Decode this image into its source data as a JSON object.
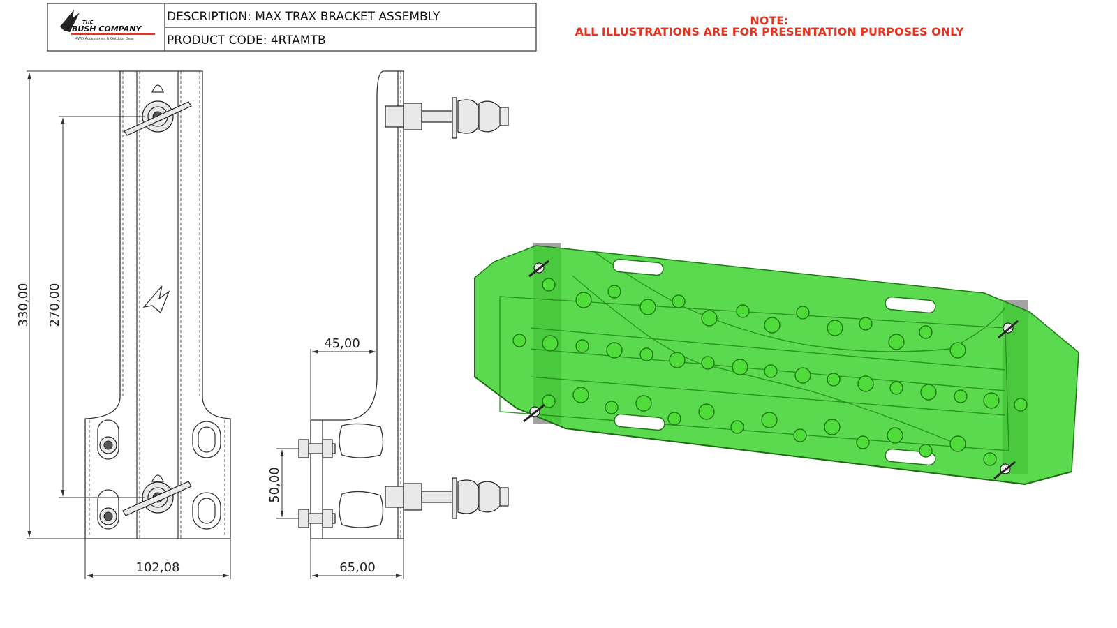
{
  "title_block": {
    "logo_line1": "THE",
    "logo_line2": "BUSH COMPANY",
    "logo_tagline": "4WD Accessories & Outdoor Gear",
    "description": "DESCRIPTION: MAX TRAX BRACKET ASSEMBLY",
    "product_code": "PRODUCT CODE: 4RTAMTB"
  },
  "note": {
    "heading": "NOTE:",
    "text": "ALL ILLUSTRATIONS ARE FOR PRESENTATION PURPOSES ONLY"
  },
  "dimensions": {
    "overall_height": "330,00",
    "hole_spacing": "270,00",
    "base_width": "102,08",
    "offset": "45,00",
    "bolt_spacing": "50,00",
    "depth": "65,00"
  },
  "colors": {
    "note": "#e8321f",
    "track": "#38d228",
    "line": "#333333"
  }
}
